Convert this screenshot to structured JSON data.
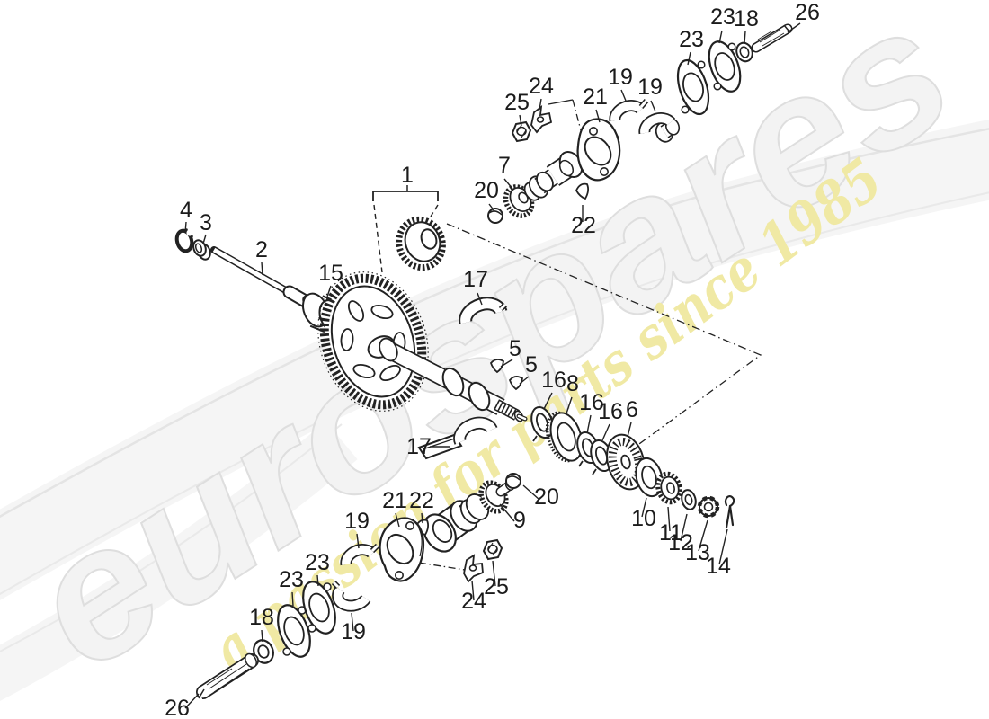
{
  "watermark": {
    "brand": "eurospares",
    "tagline": "a passion for parts since 1985",
    "brand_fill": "#f3f3f3",
    "brand_stroke": "#dedede",
    "tagline_color": "#f0e9a4"
  },
  "diagram": {
    "kind": "exploded parts diagram",
    "line_color": "#222222",
    "background": "#ffffff"
  },
  "labels": {
    "p1": "1",
    "p2": "2",
    "p3": "3",
    "p4": "4",
    "p5a": "5",
    "p5b": "5",
    "p6": "6",
    "p7": "7",
    "p8": "8",
    "p9": "9",
    "p10": "10",
    "p11": "11",
    "p12": "12",
    "p13": "13",
    "p14": "14",
    "p15": "15",
    "p16a": "16",
    "p16b": "16",
    "p16c": "16",
    "p17a": "17",
    "p17b": "17",
    "p18a": "18",
    "p18b": "18",
    "p19a": "19",
    "p19b": "19",
    "p19c": "19",
    "p19d": "19",
    "p20a": "20",
    "p20b": "20",
    "p21a": "21",
    "p21b": "21",
    "p22a": "22",
    "p22b": "22",
    "p23a": "23",
    "p23b": "23",
    "p23c": "23",
    "p23d": "23",
    "p24a": "24",
    "p24b": "24",
    "p25a": "25",
    "p25b": "25",
    "p26a": "26",
    "p26b": "26"
  }
}
